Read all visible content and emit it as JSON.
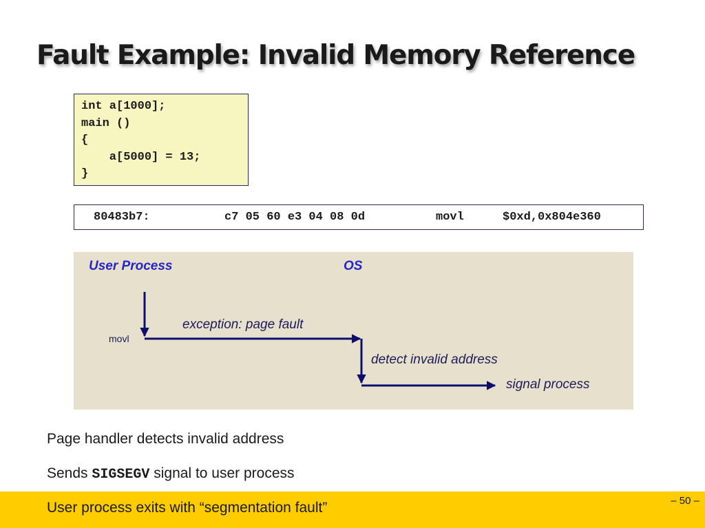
{
  "slide": {
    "title": "Fault Example: Invalid Memory Reference",
    "page_number": "– 50 –"
  },
  "code": {
    "lines": [
      "int a[1000];",
      "main ()",
      "{",
      "    a[5000] = 13;",
      "}"
    ]
  },
  "assembly": {
    "address": "80483b7:",
    "bytes": "c7 05 60 e3 04 08 0d",
    "mnemonic": "movl",
    "operands": "$0xd,0x804e360"
  },
  "diagram": {
    "user_process_label": "User Process",
    "os_label": "OS",
    "instruction_label": "movl",
    "exception_label": "exception: page fault",
    "detect_label": "detect invalid address",
    "signal_label": "signal process",
    "colors": {
      "background": "#e7e0cc",
      "arrow": "#0d0d6b",
      "heading": "#2626c8"
    }
  },
  "bullets": {
    "b1": "Page handler detects invalid address",
    "b2_prefix": "Sends ",
    "b2_code": "SIGSEGV",
    "b2_suffix": " signal to user process",
    "b3": "User process exits with “segmentation fault”"
  },
  "colors": {
    "highlight_bar": "#ffcc00"
  }
}
